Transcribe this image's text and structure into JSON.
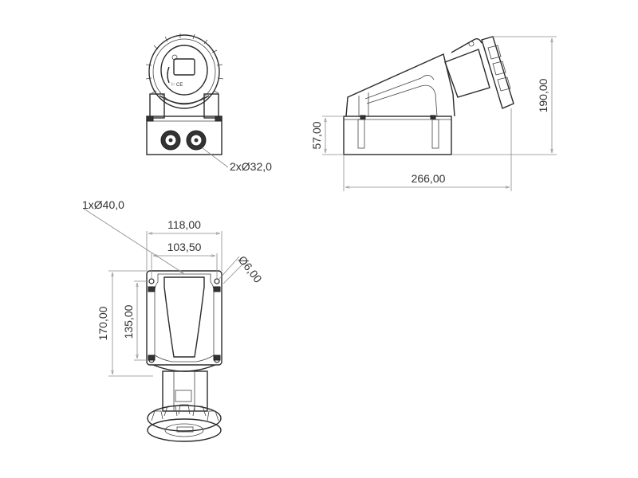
{
  "drawing": {
    "type": "technical-drawing",
    "subject": "Angled wall-mounted industrial socket",
    "views": [
      "front-view",
      "side-view",
      "top-view"
    ]
  },
  "front_view": {
    "cable_entry_label": "2xØ32,0"
  },
  "side_view": {
    "base_height": "57,00",
    "total_height": "190,00",
    "total_length": "266,00"
  },
  "top_view": {
    "cable_entry_label": "1xØ40,0",
    "outer_width": "118,00",
    "hole_spacing_width": "103,50",
    "mounting_hole_diameter": "Ø6,00",
    "outer_length": "170,00",
    "hole_spacing_length": "135,00"
  },
  "colors": {
    "line": "#2a2a2a",
    "dimension_line": "#8a8a8a",
    "text": "#333333",
    "background": "#ffffff"
  }
}
